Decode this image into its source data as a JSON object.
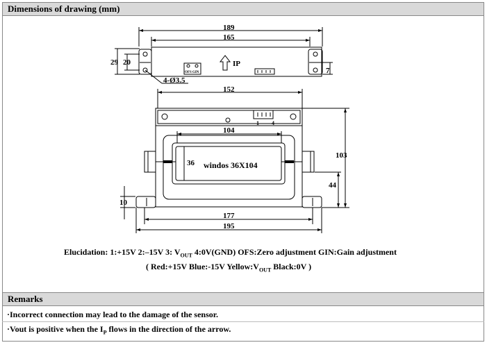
{
  "header": {
    "title": "Dimensions of drawing (mm)"
  },
  "drawing": {
    "top_view": {
      "dim_overall": "189",
      "dim_body": "165",
      "dim_height_outer": "29",
      "dim_height_inner": "20",
      "dim_right": "7",
      "hole_label": "4-Ø3.5",
      "ip_label": "IP",
      "pot_labels": "OFS GIN"
    },
    "front_view": {
      "dim_top": "152",
      "dim_window": "104",
      "dim_window_h": "36",
      "window_label": "windos 36X104",
      "dim_height": "103",
      "dim_44": "44",
      "dim_10": "10",
      "dim_177": "177",
      "dim_195": "195",
      "pin_1": "1",
      "pin_4": "4"
    }
  },
  "elucidation": {
    "line1_prefix": "Elucidation:   1:+15V   2:–15V   3: V",
    "line1_sub": "OUT",
    "line1_suffix": "   4:0V(GND)   OFS:Zero adjustment   GIN:Gain adjustment",
    "line2_prefix": "( Red:+15V   Blue:-15V   Yellow:V",
    "line2_sub": "OUT",
    "line2_suffix": "   Black:0V )"
  },
  "remarks": {
    "title": "Remarks",
    "item1": "·Incorrect connection may lead to the damage of the sensor.",
    "item2_prefix": "·Vout is positive when the I",
    "item2_sub": "P",
    "item2_suffix": " flows in the direction of the arrow."
  }
}
